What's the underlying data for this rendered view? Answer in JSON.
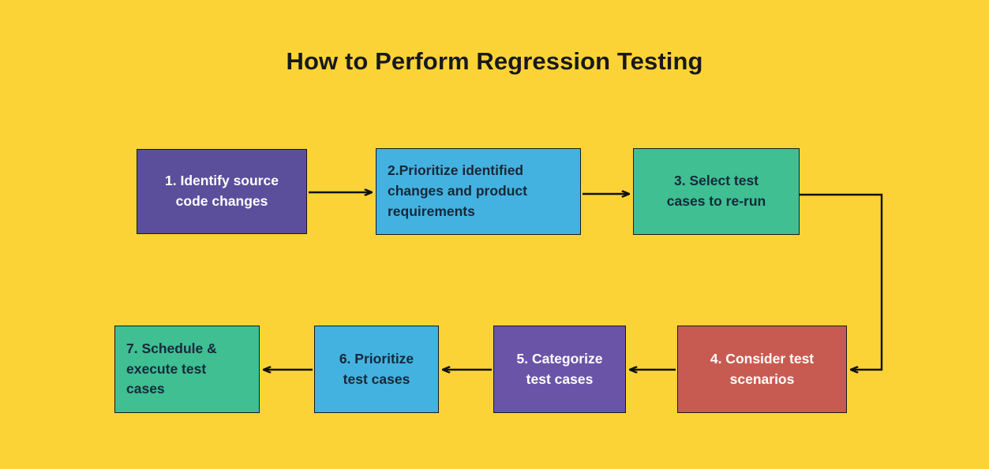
{
  "page": {
    "title": "How to Perform Regression Testing",
    "background_color": "#FCD336"
  },
  "diagram": {
    "type": "flowchart",
    "direction": "serpentine-left-to-right-then-right-to-left",
    "arrow_color": "#111111",
    "nodes": [
      {
        "step": 1,
        "id": "identify-source-code-changes",
        "label": "1. Identify source\ncode changes",
        "fill": "#5B4E9B",
        "text_color": "#FFFFFF",
        "align": "center",
        "row": "top"
      },
      {
        "step": 2,
        "id": "prioritize-identified-changes",
        "label": "2.Prioritize identified\nchanges and product\nrequirements",
        "fill": "#44B2E0",
        "text_color": "#16283A",
        "align": "left",
        "row": "top"
      },
      {
        "step": 3,
        "id": "select-test-cases-to-re-run",
        "label": "3. Select test\ncases to re-run",
        "fill": "#3FBF92",
        "text_color": "#16283A",
        "align": "center",
        "row": "top"
      },
      {
        "step": 4,
        "id": "consider-test-scenarios",
        "label": "4. Consider test\nscenarios",
        "fill": "#C85B51",
        "text_color": "#FFFFFF",
        "align": "center",
        "row": "bottom"
      },
      {
        "step": 5,
        "id": "categorize-test-cases",
        "label": "5. Categorize\ntest cases",
        "fill": "#6A54A8",
        "text_color": "#FFFFFF",
        "align": "center",
        "row": "bottom"
      },
      {
        "step": 6,
        "id": "prioritize-test-cases",
        "label": "6. Prioritize\ntest cases",
        "fill": "#44B2E0",
        "text_color": "#16283A",
        "align": "center",
        "row": "bottom"
      },
      {
        "step": 7,
        "id": "schedule-execute-test-cases",
        "label": "7. Schedule &\nexecute test\ncases",
        "fill": "#3FBF92",
        "text_color": "#16283A",
        "align": "left",
        "row": "bottom"
      }
    ],
    "edges": [
      {
        "id": "edge-1-2",
        "from": 1,
        "to": 2,
        "shape": "straight",
        "direction": "right"
      },
      {
        "id": "edge-2-3",
        "from": 2,
        "to": 3,
        "shape": "straight",
        "direction": "right"
      },
      {
        "id": "edge-3-4",
        "from": 3,
        "to": 4,
        "shape": "elbow",
        "direction": "right-down-left"
      },
      {
        "id": "edge-4-5",
        "from": 4,
        "to": 5,
        "shape": "straight",
        "direction": "left"
      },
      {
        "id": "edge-5-6",
        "from": 5,
        "to": 6,
        "shape": "straight",
        "direction": "left"
      },
      {
        "id": "edge-6-7",
        "from": 6,
        "to": 7,
        "shape": "straight",
        "direction": "left"
      }
    ]
  }
}
